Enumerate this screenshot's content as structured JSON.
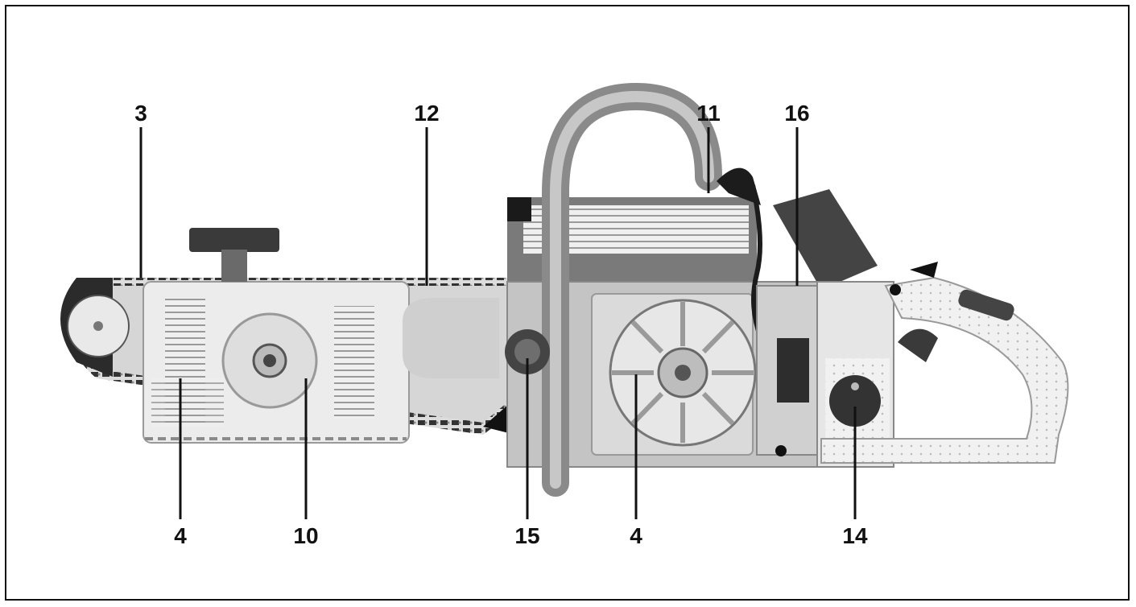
{
  "figure": {
    "callouts": {
      "c3": "3",
      "c12": "12",
      "c11": "11",
      "c16": "16",
      "c4_left": "4",
      "c10": "10",
      "c15": "15",
      "c4_right": "4",
      "c14": "14"
    },
    "colors": {
      "ink": "#111111",
      "body_gray": "#b9b9b9",
      "light_gray": "#e4e4e4",
      "dark": "#1a1a1a"
    }
  }
}
